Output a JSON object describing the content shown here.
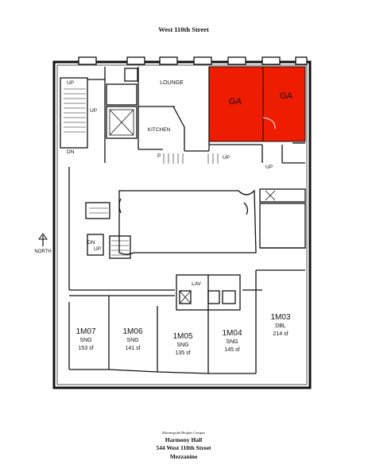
{
  "header": {
    "street": "West 110th Street"
  },
  "footer": {
    "campus": "Morningside Heights Campus",
    "building": "Harmony Hall",
    "address": "544 West 110th Street",
    "floor": "Mezzanine"
  },
  "compass": {
    "label": "NORTH"
  },
  "labels": {
    "lounge": "LOUNGE",
    "kitchen": "KITCHEN",
    "lav": "LAV",
    "p": "P",
    "up": "UP",
    "dn": "DN"
  },
  "highlight_color": "#ee1c00",
  "ga_rooms": [
    {
      "label": "GA"
    },
    {
      "label": "GA"
    }
  ],
  "rooms": [
    {
      "number": "1M07",
      "type": "SNG",
      "area": "153 sf"
    },
    {
      "number": "1M06",
      "type": "SNG",
      "area": "141 sf"
    },
    {
      "number": "1M05",
      "type": "SNG",
      "area": "135 sf"
    },
    {
      "number": "1M04",
      "type": "SNG",
      "area": "145 sf"
    },
    {
      "number": "1M03",
      "type": "DBL",
      "area": "214 sf"
    }
  ]
}
